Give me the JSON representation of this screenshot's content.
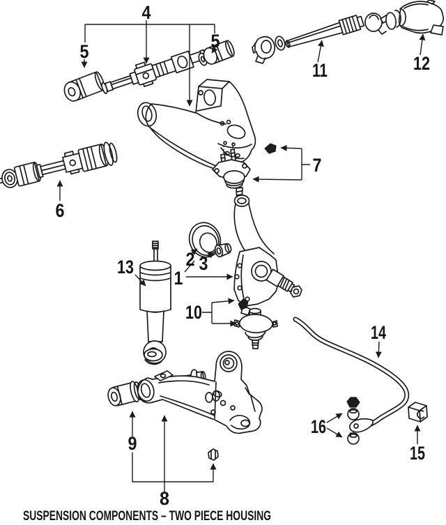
{
  "diagram": {
    "caption": "SUSPENSION COMPONENTS – TWO PIECE HOUSING",
    "callouts": {
      "1": "1",
      "2": "2",
      "3": "3",
      "4": "4",
      "5": "5",
      "6": "6",
      "7": "7",
      "8": "8",
      "9": "9",
      "10": "10",
      "11": "11",
      "12": "12",
      "13": "13",
      "14": "14",
      "15": "15",
      "16": "16"
    }
  }
}
